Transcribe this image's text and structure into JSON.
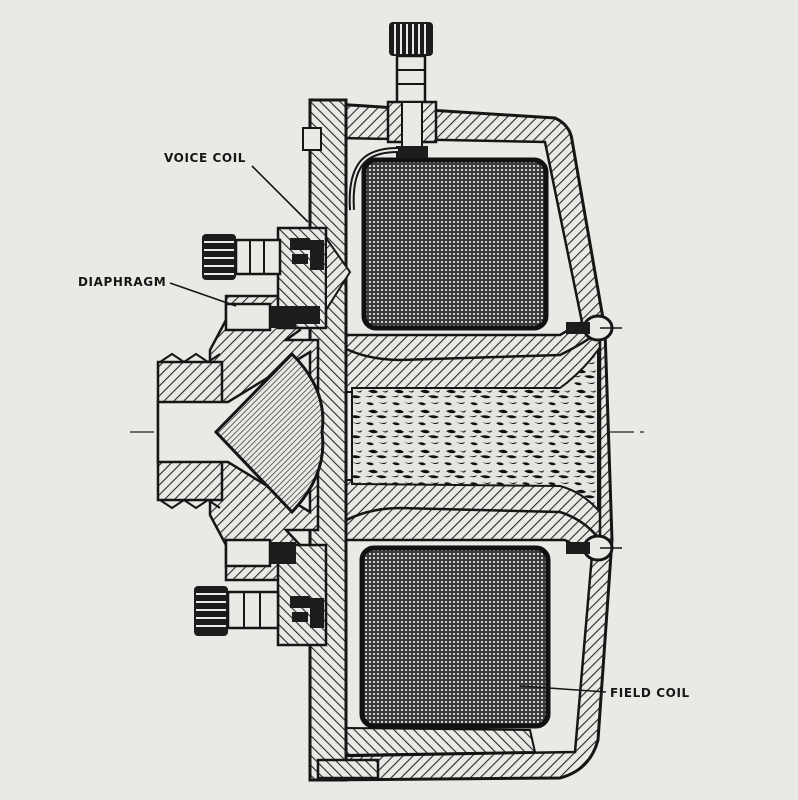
{
  "labels": {
    "voice_coil": "VOICE COIL",
    "diaphragm": "DIAPHRAGM",
    "field_coil": "FIELD COIL"
  },
  "colors": {
    "paper": "#e9e9e6",
    "ink": "#161616",
    "hatch": "#2a2a2a"
  },
  "subject": "field-coil compression driver cross-section"
}
